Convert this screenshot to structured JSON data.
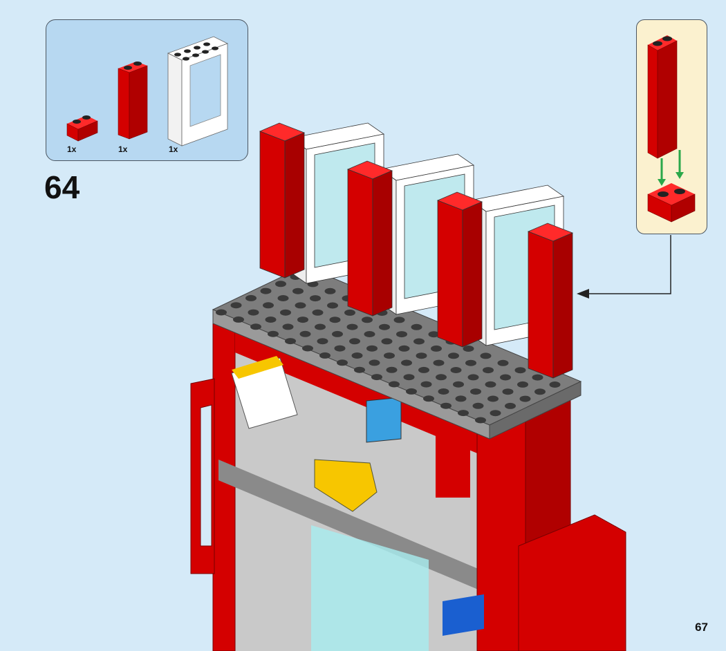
{
  "step": {
    "number": "64"
  },
  "parts_list": {
    "items": [
      {
        "icon": "red-brick-1x2-icon",
        "quantity": "1x",
        "color": "#d40000"
      },
      {
        "icon": "red-brick-1x1x3-icon",
        "quantity": "1x",
        "color": "#d40000"
      },
      {
        "icon": "white-window-frame-icon",
        "quantity": "1x",
        "color": "#ffffff"
      }
    ]
  },
  "callout": {
    "icon": "sub-assembly-icon"
  },
  "page": {
    "number": "67"
  },
  "colors": {
    "background": "#d5eaf8",
    "red": "#d40000",
    "grey": "#8a8a8a",
    "arrow_green": "#2aa84a"
  }
}
